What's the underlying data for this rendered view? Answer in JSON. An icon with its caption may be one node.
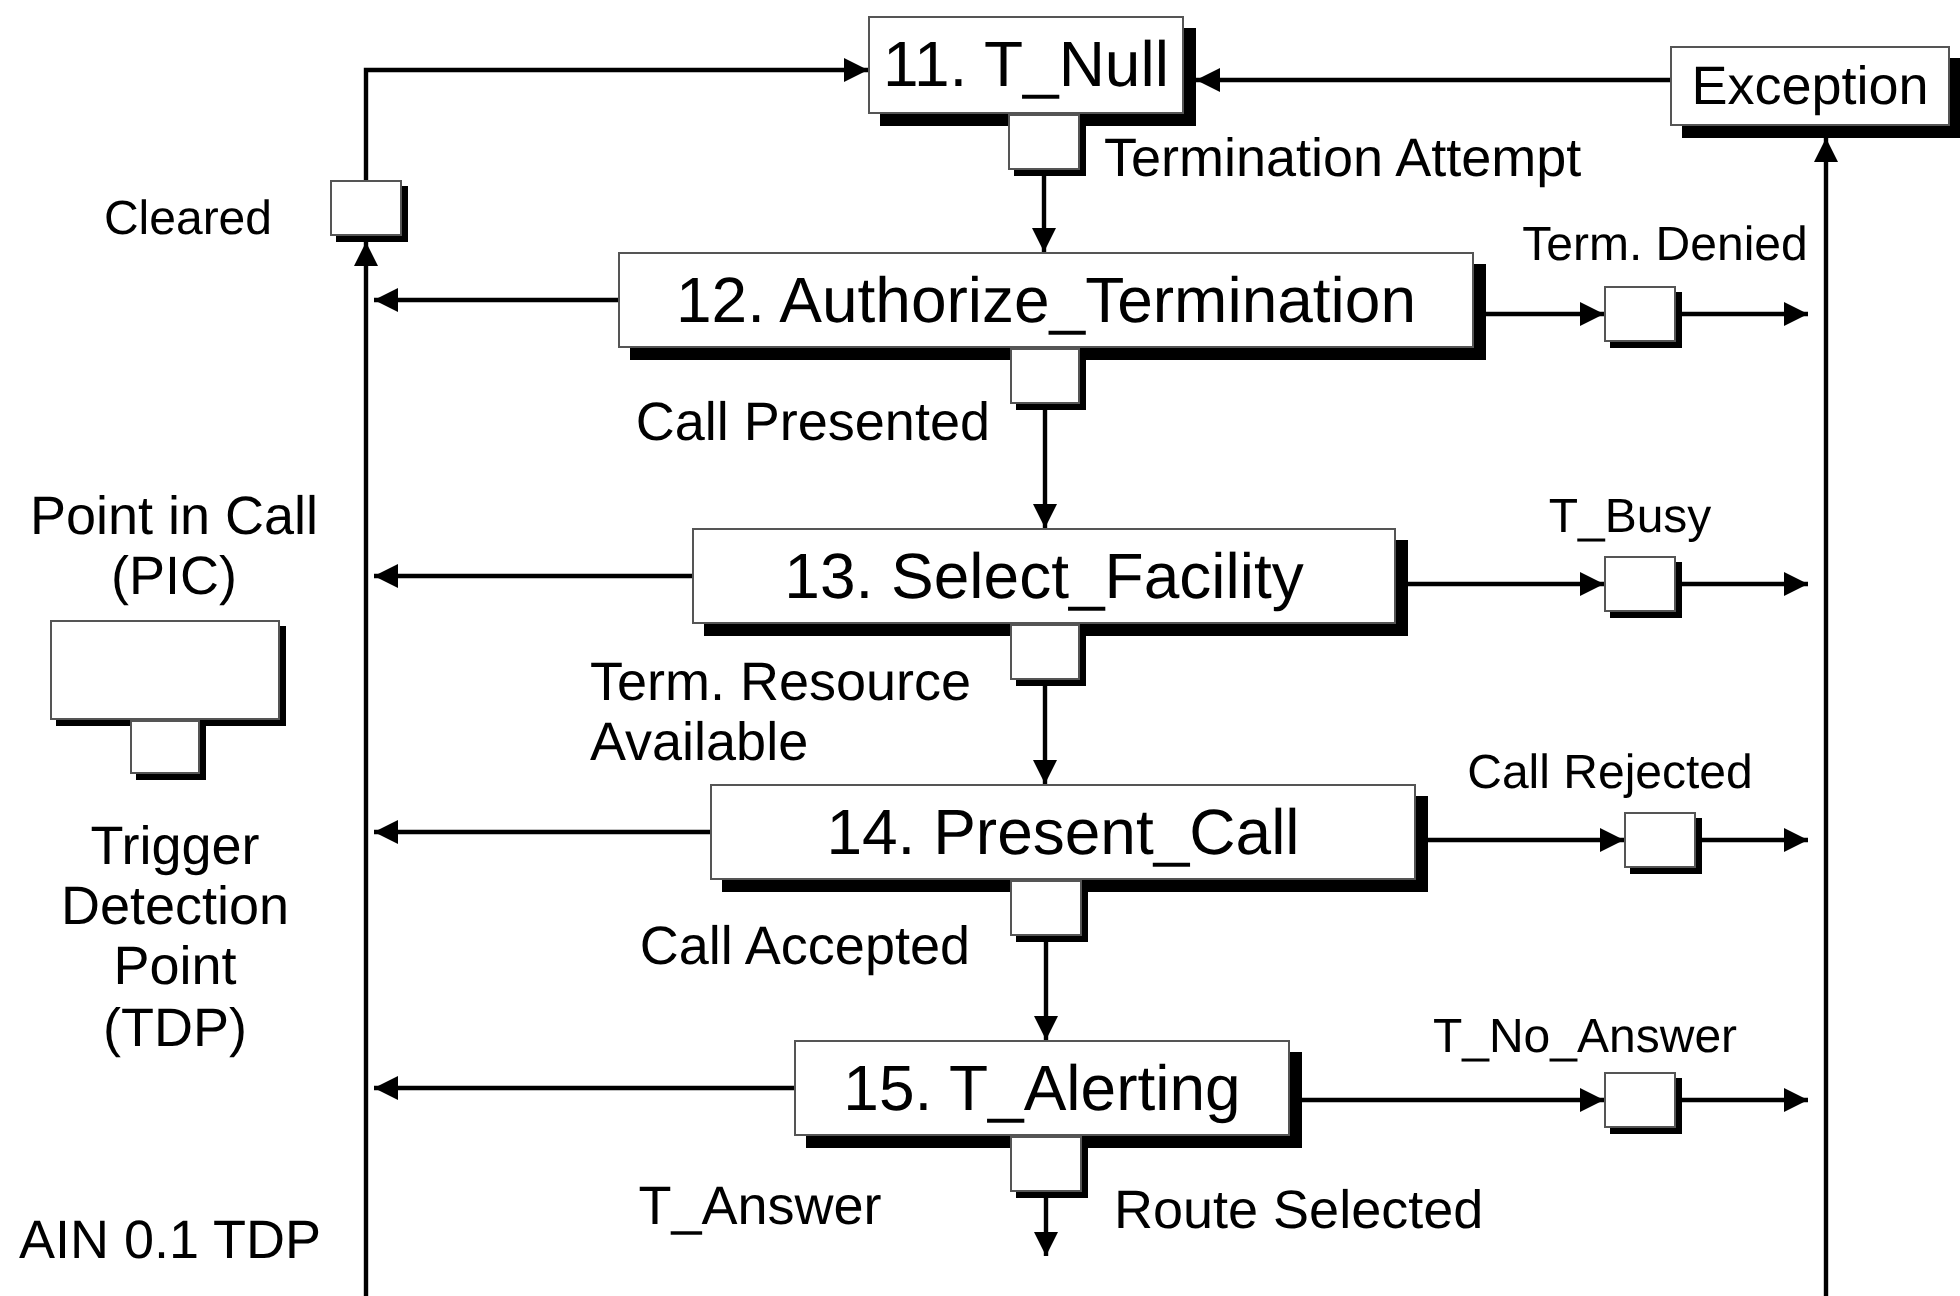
{
  "diagram": {
    "nodes": [
      {
        "text": [
          "11. T_Null"
        ]
      },
      {
        "text": [],
        "shape": "box",
        "beside": [
          "Termination Attempt"
        ]
      },
      {
        "text": [
          "12. Authorize_Termination"
        ]
      },
      {
        "text": [],
        "shape": "box",
        "beside": [
          "Call Presented"
        ]
      },
      {
        "text": [
          "13. Select_Facility"
        ]
      },
      {
        "text": [],
        "shape": "box"
      },
      {
        "text": [
          "14. Present_Call"
        ]
      },
      {
        "text": [],
        "shape": "box",
        "beside": [
          "Call Accepted"
        ]
      },
      {
        "text": [
          "15. T_Alerting"
        ]
      },
      {
        "text": [],
        "shape": "box",
        "beside": [
          "Route Selected"
        ]
      },
      {
        "text": [
          "Exception"
        ]
      },
      {
        "text": [],
        "shape": "box",
        "beside": [
          "Cleared"
        ]
      },
      {
        "text": [],
        "shape": "box",
        "beside": [
          "Term. Denied"
        ]
      },
      {
        "text": [],
        "shape": "box",
        "beside": [
          "T_Busy"
        ]
      },
      {
        "text": [],
        "shape": "box",
        "beside": [
          "Call Rejected"
        ]
      },
      {
        "text": [],
        "shape": "box",
        "beside": [
          "T_No_Answer"
        ]
      },
      {
        "text": [],
        "shape": "box",
        "beside": [
          "Point in Call (PIC)"
        ]
      },
      {
        "text": [],
        "shape": "box",
        "beside": [
          "Trigger Detection Point (TDP)"
        ]
      }
    ],
    "edges": [
      {
        "from": 11,
        "to": 0,
        "arrow": "to"
      },
      {
        "from": 10,
        "to": 0,
        "arrow": "to"
      },
      {
        "from": 1,
        "to": 2,
        "arrow": "to"
      },
      {
        "from": 2,
        "to": 12,
        "arrow": "to"
      },
      {
        "from": 12,
        "to": null,
        "arrow": "to"
      },
      {
        "from": 2,
        "to": null,
        "arrow": "to"
      },
      {
        "from": 3,
        "to": 4,
        "arrow": "to"
      },
      {
        "from": 4,
        "to": 13,
        "arrow": "to"
      },
      {
        "from": 13,
        "to": null,
        "arrow": "to"
      },
      {
        "from": 4,
        "to": null,
        "arrow": "to"
      },
      {
        "from": 5,
        "to": 6,
        "arrow": "to"
      },
      {
        "from": 6,
        "to": 14,
        "arrow": "to"
      },
      {
        "from": 14,
        "to": null,
        "arrow": "to"
      },
      {
        "from": 6,
        "to": null,
        "arrow": "to"
      },
      {
        "from": 7,
        "to": 8,
        "arrow": "to"
      },
      {
        "from": 8,
        "to": 15,
        "arrow": "to"
      },
      {
        "from": 15,
        "to": null,
        "arrow": "to"
      },
      {
        "from": 8,
        "to": null,
        "arrow": "to"
      },
      {
        "from": 9,
        "to": null,
        "arrow": "to"
      },
      {
        "from": null,
        "to": 11,
        "arrow": "to"
      },
      {
        "from": null,
        "to": 10,
        "arrow": "to"
      }
    ],
    "labels": [
      "Term. Resource Available",
      "T_Answer",
      "AIN 0.1 TDP"
    ]
  }
}
